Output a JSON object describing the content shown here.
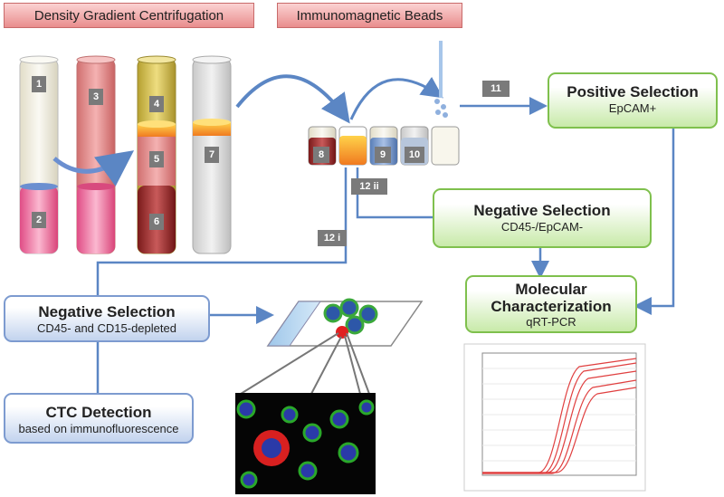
{
  "headers": {
    "density": "Density Gradient Centrifugation",
    "immuno": "Immunomagnetic Beads"
  },
  "labels": {
    "l1": "1",
    "l2": "2",
    "l3": "3",
    "l4": "4",
    "l5": "5",
    "l6": "6",
    "l7": "7",
    "l8": "8",
    "l9": "9",
    "l10": "10",
    "l11": "11",
    "l12i": "12 i",
    "l12ii": "12 ii"
  },
  "positive": {
    "title": "Positive Selection",
    "sub": "EpCAM+"
  },
  "neg_green": {
    "title": "Negative Selection",
    "sub": "CD45-/EpCAM-"
  },
  "molecular": {
    "title1": "Molecular",
    "title2": "Characterization",
    "sub": "qRT-PCR"
  },
  "neg_blue": {
    "title": "Negative Selection",
    "sub": "CD45-  and CD15-depleted"
  },
  "ctc": {
    "title": "CTC Detection",
    "sub": "based on immunofluorescence"
  },
  "colors": {
    "green_border": "#7fc04d",
    "blue_border": "#7d9bd0",
    "arrow": "#5b86c4",
    "header_fill": "#e98d8d"
  }
}
